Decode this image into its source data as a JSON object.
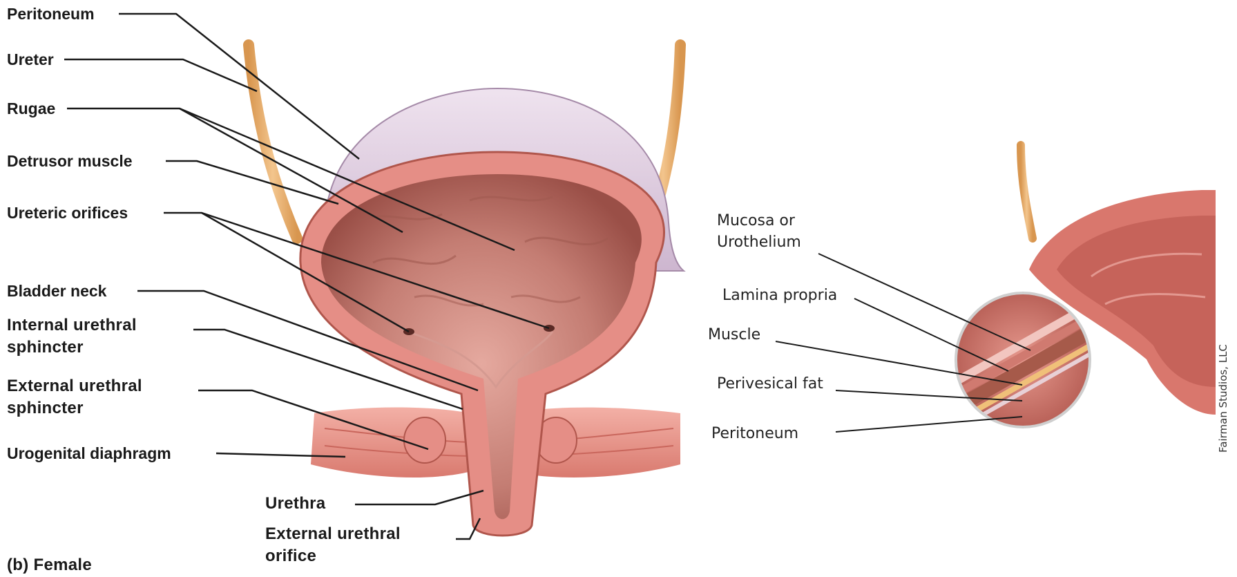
{
  "left_panel": {
    "labels": {
      "peritoneum": "Peritoneum",
      "ureter": "Ureter",
      "rugae": "Rugae",
      "detrusor_muscle": "Detrusor muscle",
      "ureteric_orifices": "Ureteric orifices",
      "bladder_neck": "Bladder neck",
      "internal_urethral_sphincter": "Internal urethral sphincter",
      "external_urethral_sphincter": "External urethral sphincter",
      "urogenital_diaphragm": "Urogenital diaphragm",
      "urethra": "Urethra",
      "external_urethral_orifice": "External urethral orifice"
    },
    "caption": "(b) Female"
  },
  "right_panel": {
    "labels": {
      "mucosa": "Mucosa or Urothelium",
      "lamina_propria": "Lamina propria",
      "muscle": "Muscle",
      "perivesical_fat": "Perivesical fat",
      "peritoneum": "Peritoneum"
    },
    "credit": "Fairman Studios, LLC"
  },
  "colors": {
    "bladder_wall": "#e58e86",
    "bladder_inner": "#b8685e",
    "peritoneum": "#d9c3d8",
    "ureter": "#e9b476",
    "leader_line": "#1a1a1a"
  }
}
